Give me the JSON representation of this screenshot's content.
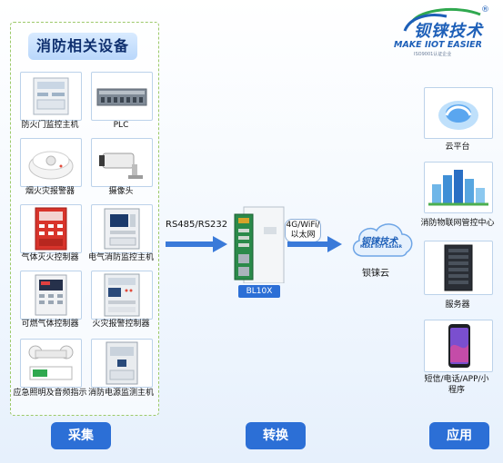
{
  "logo": {
    "brand": "钡铼技术",
    "tagline": "MAKE IIOT EASIER",
    "cert": "ISO9001认证企业",
    "registered": "®"
  },
  "collect_section": {
    "title": "消防相关设备",
    "devices": [
      {
        "label": "防火门监控主机",
        "icon": "fire-door-monitor-icon"
      },
      {
        "label": "PLC",
        "icon": "plc-icon"
      },
      {
        "label": "烟火灾报警器",
        "icon": "smoke-detector-icon"
      },
      {
        "label": "摄像头",
        "icon": "camera-icon"
      },
      {
        "label": "气体灭火控制器",
        "icon": "gas-extinguisher-controller-icon"
      },
      {
        "label": "电气消防监控主机",
        "icon": "electrical-fire-monitor-icon"
      },
      {
        "label": "可燃气体控制器",
        "icon": "combustible-gas-controller-icon"
      },
      {
        "label": "火灾报警控制器",
        "icon": "fire-alarm-controller-icon"
      },
      {
        "label": "应急照明及音频指示",
        "icon": "emergency-light-icon"
      },
      {
        "label": "消防电源监测主机",
        "icon": "fire-power-monitor-icon"
      }
    ]
  },
  "gateway": {
    "protocol": "RS485/RS232",
    "model": "BL10X",
    "network": "4G/WiFi/以太网"
  },
  "cloud": {
    "label": "钡铼云",
    "cloud_text": "钡铼技术",
    "cloud_tagline": "MAKE IIOT EASIER"
  },
  "apply_section": {
    "items": [
      {
        "label": "云平台",
        "icon": "cloud-platform-icon"
      },
      {
        "label": "消防物联网管控中心",
        "icon": "smart-city-icon"
      },
      {
        "label": "服务器",
        "icon": "server-icon"
      },
      {
        "label": "短信/电话/APP/小程序",
        "icon": "smartphone-icon"
      }
    ]
  },
  "bottom": {
    "collect": "采集",
    "convert": "转换",
    "apply": "应用"
  },
  "colors": {
    "accent": "#2c6fd6",
    "panel_border": "#9cc96a",
    "logo_green": "#2fa84f",
    "logo_blue": "#1d5fb8"
  }
}
